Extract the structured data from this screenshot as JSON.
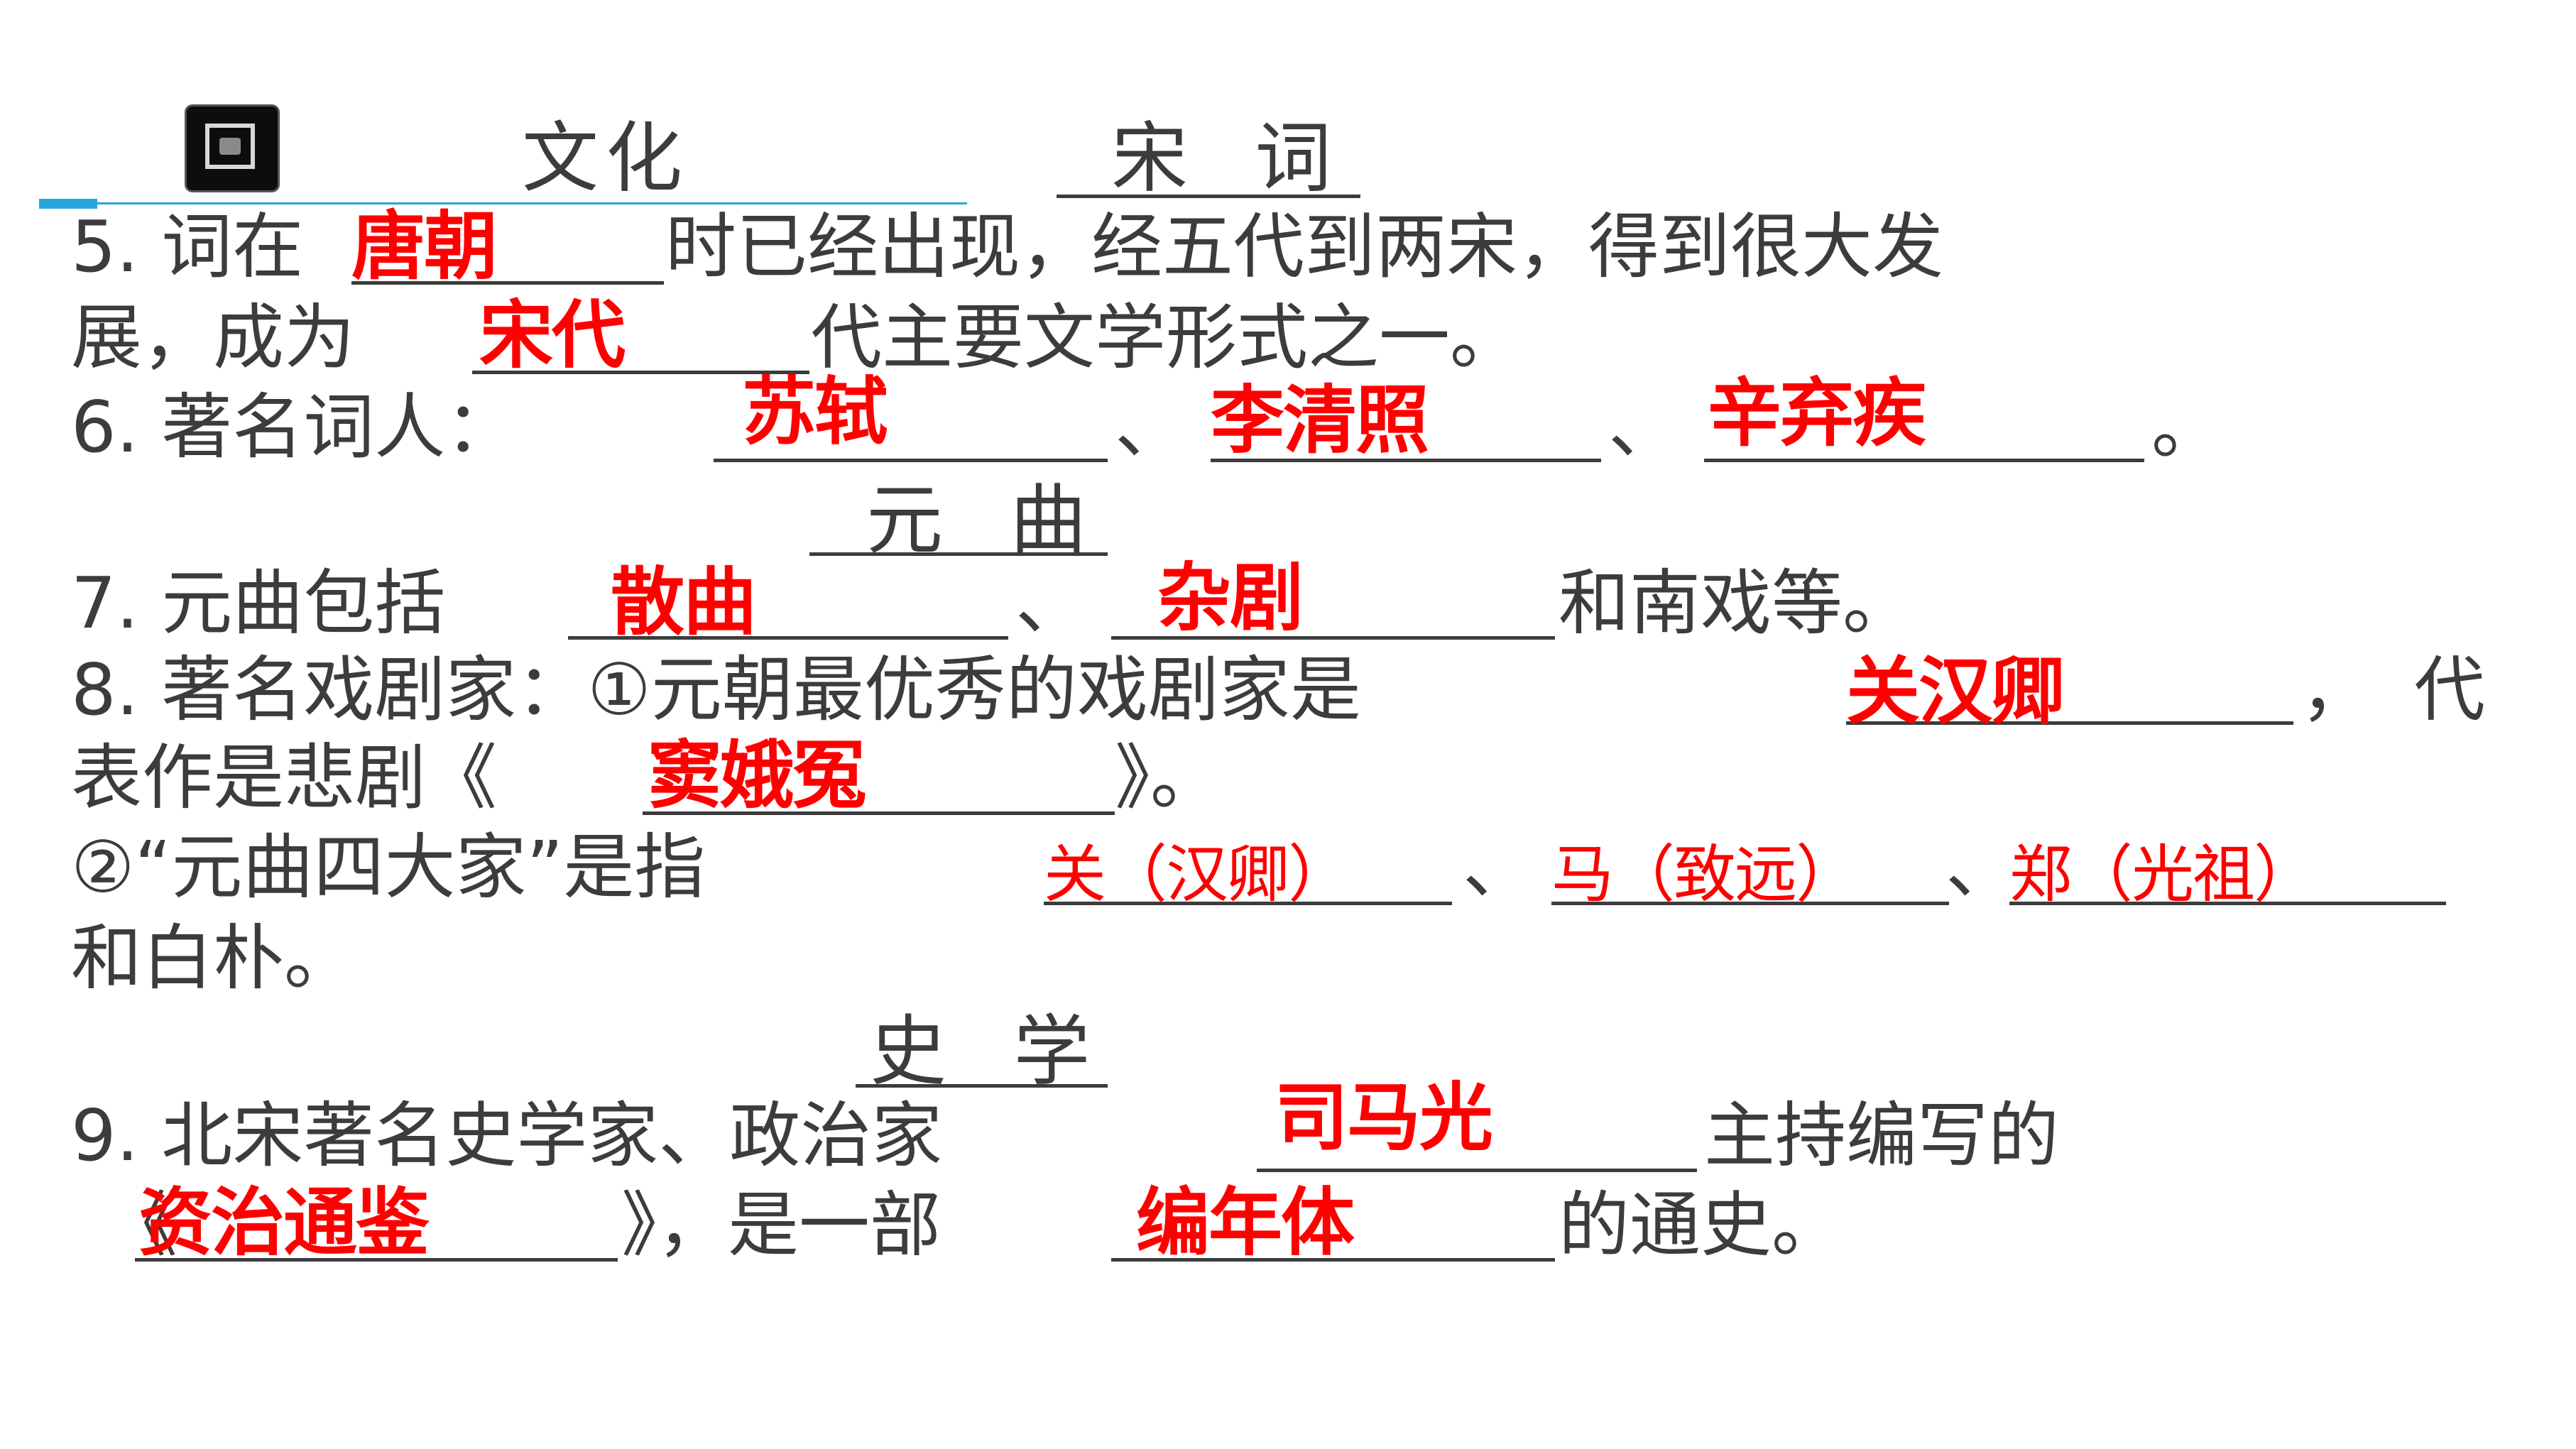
{
  "header": {
    "category": "文化",
    "section_song": "宋 词",
    "section_yuan": "元 曲",
    "section_shi": "史 学"
  },
  "q5": {
    "part1": "5. 词在",
    "answer1": "唐朝",
    "part2": "时已经出现，经五代到两宋，得到很大发",
    "part3": "展，成为",
    "answer2": "宋代",
    "part4": "代主要文学形式之一。"
  },
  "q6": {
    "prefix": "6. 著名词人：",
    "answer1": "苏轼",
    "sep1": "、",
    "answer2": "李清照",
    "sep2": "、",
    "answer3": "辛弃疾",
    "end": "。"
  },
  "q7": {
    "prefix": "7. 元曲包括",
    "answer1": "散曲",
    "sep1": "、",
    "answer2": "杂剧",
    "suffix": "和南戏等。"
  },
  "q8": {
    "part1": "8. 著名戏剧家：①元朝最优秀的戏剧家是",
    "answer1": "关汉卿",
    "part2": "，代",
    "part3": "表作是悲剧《",
    "answer2": "窦娥冤",
    "part4": "》。",
    "part5": "②“元曲四大家”是指",
    "answer3": "关（汉卿）",
    "sep1": "、",
    "answer4": "马（致远）",
    "sep2": "、",
    "answer5": "郑（光祖）",
    "part6": "和白朴。"
  },
  "q9": {
    "part1": "9. 北宋著名史学家、政治家",
    "answer1": "司马光",
    "part2": "主持编写的",
    "part3": "《",
    "answer2": "资治通鉴",
    "part4": "》，是一部",
    "answer3": "编年体",
    "part5": "的通史。"
  }
}
